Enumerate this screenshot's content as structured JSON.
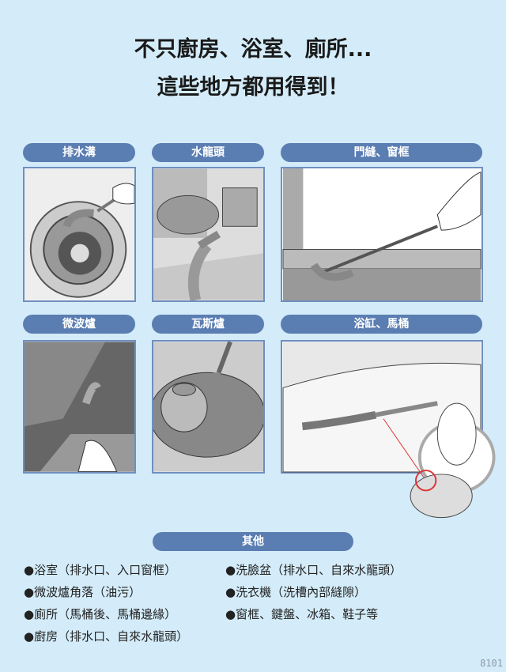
{
  "header": {
    "line1": "不只廚房、浴室、廁所...",
    "line2": "這些地方都用得到！"
  },
  "panels": [
    {
      "label": "排水溝"
    },
    {
      "label": "水龍頭"
    },
    {
      "label": "門縫、窗框"
    },
    {
      "label": "微波爐"
    },
    {
      "label": "瓦斯爐"
    },
    {
      "label": "浴缸、馬桶"
    }
  ],
  "others": {
    "label": "其他",
    "items": [
      "●浴室（排水口、入口窗框）",
      "●微波爐角落（油污）",
      "●廁所（馬桶後、馬桶邊緣）",
      "●廚房（排水口、自來水龍頭）",
      "●洗臉盆（排水口、自來水龍頭）",
      "●洗衣機（洗槽內部縫隙）",
      "●窗框、鍵盤、冰箱、鞋子等"
    ]
  },
  "code": "8101"
}
